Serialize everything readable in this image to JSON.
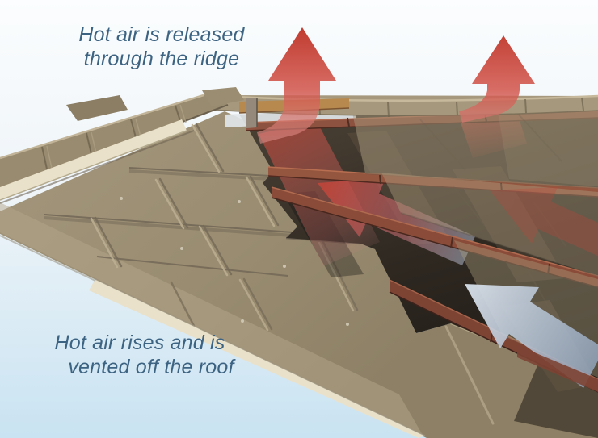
{
  "captions": {
    "ridge": {
      "line1": "Hot air is released",
      "line2": "through the ridge"
    },
    "eave": {
      "line1": "Hot air rises and is",
      "line2": "vented off the roof"
    }
  },
  "palette": {
    "sky_top": "#fbfdfe",
    "sky_bottom": "#c9e3f2",
    "caption_text": "#3d6382",
    "hot_air_red": "#c9453a",
    "cool_air_blue": "#b7c6d8",
    "tile_tan": "#9c8f74",
    "batten_red_brown": "#8a5340",
    "membrane_dark": "#2b2520",
    "fascia_cream": "#e9e1ca"
  },
  "arrows": [
    {
      "name": "ridge-exit-arrow-left",
      "color": "#c9453a"
    },
    {
      "name": "ridge-exit-arrow-right",
      "color": "#c9453a"
    },
    {
      "name": "under-tile-airflow-arrow",
      "color": "#c9453a"
    },
    {
      "name": "under-tile-ghost-arrow",
      "color": "#c9453a"
    },
    {
      "name": "eave-intake-arrow",
      "color": "#b7c6d8"
    }
  ]
}
